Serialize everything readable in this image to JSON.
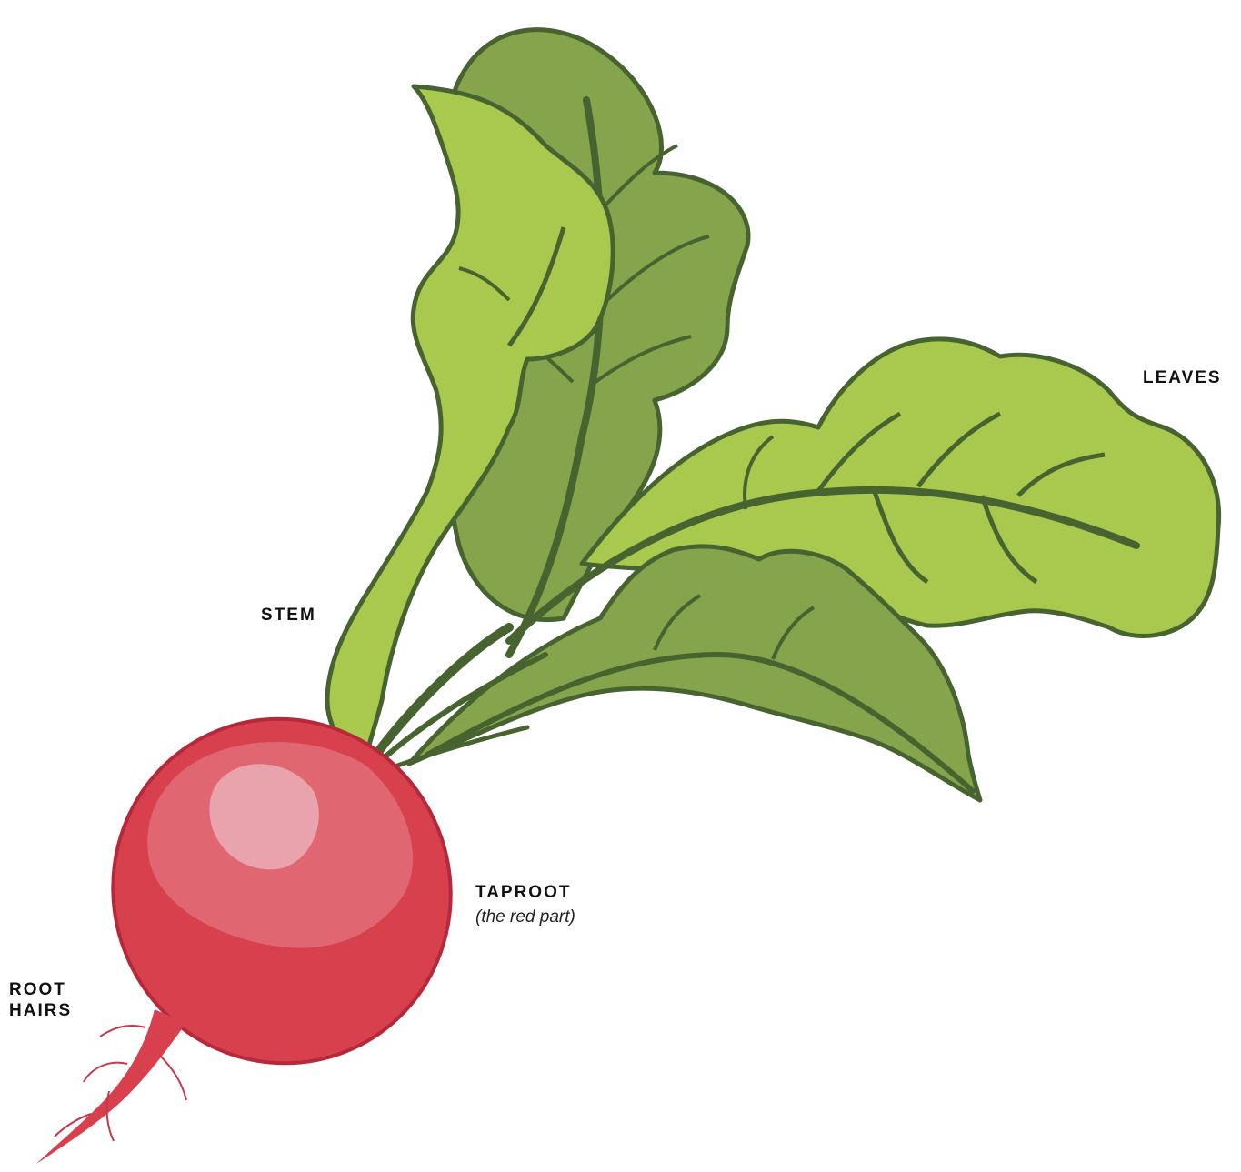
{
  "labels": {
    "leaves": "LEAVES",
    "stem": "STEM",
    "taproot": "TAPROOT",
    "taproot_note": "(the red part)",
    "root_hairs_line1": "ROOT",
    "root_hairs_line2": "HAIRS"
  },
  "colors": {
    "leaf_dark": "#86a44b",
    "leaf_light": "#a9c84e",
    "outline": "#476330",
    "taproot": "#d8404e",
    "taproot_highlight": "#e06672",
    "taproot_shine": "#e9a3ad"
  }
}
